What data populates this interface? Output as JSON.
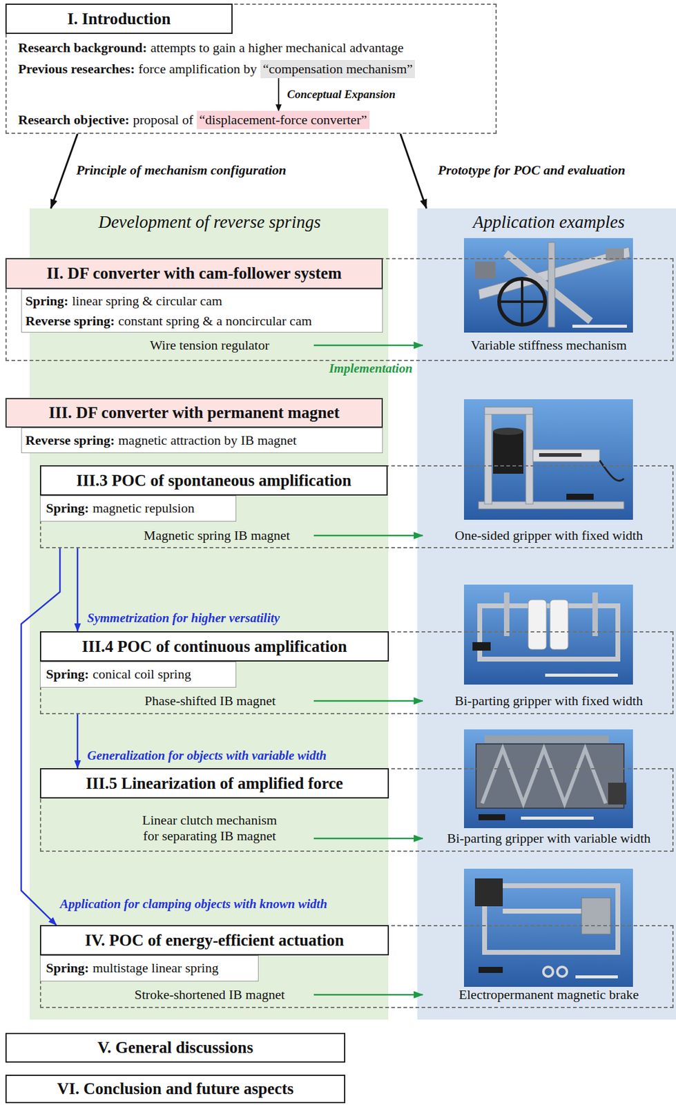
{
  "diagram": {
    "nodes": [
      {
        "text": [
          "Research background:",
          "attempts to gain a higher mechanical advantage",
          "Previous researches:",
          "force amplification by",
          "Research objective:",
          "proposal of"
        ]
      },
      {
        "text": [
          "I. Introduction"
        ],
        "in": 0
      },
      {
        "text": [
          "“compensation mechanism”"
        ],
        "in": 0
      },
      {
        "text": [
          "“displacement-force converter”"
        ],
        "in": 0
      },
      {
        "text": [
          "Development of reverse springs"
        ]
      },
      {
        "text": [
          "Application examples"
        ]
      },
      {
        "text": [
          "Wire tension regulator",
          "Variable stiffness mechanism"
        ]
      },
      {
        "text": [
          "II. DF converter with cam-follower system"
        ],
        "in": 6
      },
      {
        "text": [
          "Spring:",
          "linear spring & circular cam",
          "Reverse spring:",
          "constant spring & a noncircular cam"
        ],
        "in": 6
      },
      {
        "text": [
          "III. DF converter with permanent magnet"
        ]
      },
      {
        "text": [
          "Reverse spring:",
          "magnetic attraction by IB magnet"
        ]
      },
      {
        "text": [
          "Magnetic spring IB magnet",
          "One-sided gripper with fixed width"
        ]
      },
      {
        "text": [
          "III.3 POC of spontaneous amplification"
        ],
        "in": 11
      },
      {
        "text": [
          "Spring:",
          "magnetic repulsion"
        ],
        "in": 11
      },
      {
        "text": [
          "Phase-shifted IB magnet",
          "Bi-parting gripper with fixed width"
        ]
      },
      {
        "text": [
          "III.4 POC of continuous amplification"
        ],
        "in": 14
      },
      {
        "text": [
          "Spring:",
          "conical coil spring"
        ],
        "in": 14
      },
      {
        "text": [
          "Linear clutch mechanism for separating IB magnet",
          "Bi-parting gripper with variable width"
        ]
      },
      {
        "text": [
          "III.5 Linearization of amplified force"
        ],
        "in": 17
      },
      {
        "text": [
          "Stroke-shortened IB magnet",
          "Electropermanent magnetic brake"
        ]
      },
      {
        "text": [
          "IV. POC of energy-efficient actuation"
        ],
        "in": 19
      },
      {
        "text": [
          "Spring:",
          "multistage linear spring"
        ],
        "in": 19
      },
      {
        "text": [
          "V. General discussions"
        ]
      },
      {
        "text": [
          "VI. Conclusion and future aspects"
        ]
      }
    ],
    "edges": [
      {
        "from": 2,
        "to": 3,
        "label": "Conceptual Expansion",
        "arrow": "to"
      },
      {
        "from": 0,
        "to": 4,
        "label": "Principle of mechanism configuration",
        "arrow": "to"
      },
      {
        "from": 0,
        "to": 5,
        "label": "Prototype for POC and evaluation",
        "arrow": "to"
      },
      {
        "from": 11,
        "to": 15,
        "label": "Symmetrization for higher versatility",
        "arrow": "to"
      },
      {
        "from": 14,
        "to": 18,
        "label": "Generalization for objects with variable width",
        "arrow": "to"
      },
      {
        "from": 11,
        "to": 20,
        "label": "Application for clamping objects with known width",
        "arrow": "to"
      }
    ],
    "labels": [
      "Implementation"
    ]
  }
}
